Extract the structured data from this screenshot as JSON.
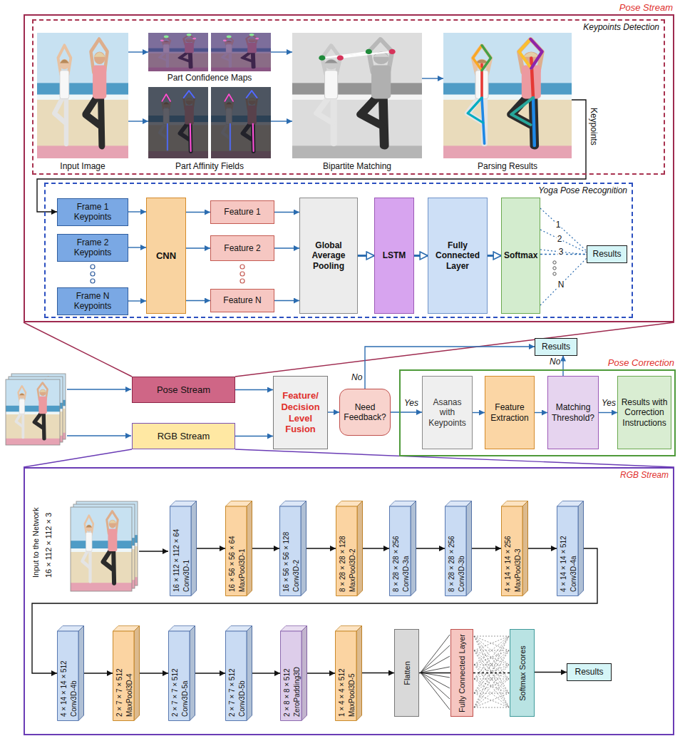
{
  "diagram": {
    "nodes": [
      {
        "text": [
          "Pose Stream"
        ]
      },
      {
        "text": [
          "Keypoints Detection"
        ],
        "in": 0
      },
      {
        "text": [
          "Input Image"
        ],
        "in": 1
      },
      {
        "text": [
          "Part Confidence Maps"
        ],
        "in": 1
      },
      {
        "text": [
          "Part Affinity Fields"
        ],
        "in": 1
      },
      {
        "text": [
          "Bipartite Matching"
        ],
        "in": 1
      },
      {
        "text": [
          "Parsing Results"
        ],
        "in": 1
      },
      {
        "text": [
          "Yoga Pose Recognition"
        ],
        "in": 0
      },
      {
        "text": [
          "Frame 1 Keypoints"
        ],
        "in": 7
      },
      {
        "text": [
          "Frame 2 Keypoints"
        ],
        "in": 7
      },
      {
        "text": [
          "Frame N Keypoints"
        ],
        "in": 7
      },
      {
        "text": [
          "CNN"
        ],
        "in": 7
      },
      {
        "text": [
          "Feature 1"
        ],
        "in": 7
      },
      {
        "text": [
          "Feature 2"
        ],
        "in": 7
      },
      {
        "text": [
          "Feature N"
        ],
        "in": 7
      },
      {
        "text": [
          "Global Average Pooling"
        ],
        "in": 7
      },
      {
        "text": [
          "LSTM"
        ],
        "in": 7
      },
      {
        "text": [
          "Fully Connected Layer"
        ],
        "in": 7
      },
      {
        "text": [
          "Softmax"
        ],
        "in": 7
      },
      {
        "text": [
          "Results"
        ],
        "in": 7
      },
      {
        "text": [
          "Results"
        ]
      },
      {
        "text": [
          "Pose Stream"
        ]
      },
      {
        "text": [
          "RGB Stream"
        ]
      },
      {
        "text": [
          "Feature/ Decision Level Fusion"
        ]
      },
      {
        "text": [
          "Need Feedback?"
        ]
      },
      {
        "text": [
          "Pose Correction"
        ]
      },
      {
        "text": [
          "Asanas with Keypoints"
        ],
        "in": 25
      },
      {
        "text": [
          "Feature Extraction"
        ],
        "in": 25
      },
      {
        "text": [
          "Matching Threshold?"
        ],
        "in": 25
      },
      {
        "text": [
          "Results with Correction Instructions"
        ],
        "in": 25
      },
      {
        "text": [
          "RGB Stream"
        ]
      },
      {
        "text": [
          "16 × 112 × 112 × 64",
          "Conv3D-1"
        ],
        "in": 30
      },
      {
        "text": [
          "16 × 56 × 56 × 64",
          "MaxPool3D-1"
        ],
        "in": 30
      },
      {
        "text": [
          "16 × 56 × 56 × 128",
          "Conv3D-2"
        ],
        "in": 30
      },
      {
        "text": [
          "8 × 28 × 28 × 128",
          "MaxPool3D-2"
        ],
        "in": 30
      },
      {
        "text": [
          "8 × 28 × 28 × 256",
          "Conv3D-3a"
        ],
        "in": 30
      },
      {
        "text": [
          "8 × 28 × 28 × 256",
          "Conv3D-3b"
        ],
        "in": 30
      },
      {
        "text": [
          "4 × 14 × 14 × 256",
          "MaxPool3D-3"
        ],
        "in": 30
      },
      {
        "text": [
          "4 × 14 × 14 × 512",
          "Conv3D-4a"
        ],
        "in": 30
      },
      {
        "text": [
          "4 × 14 × 14 × 512",
          "Conv3D-4b"
        ],
        "in": 30
      },
      {
        "text": [
          "2 × 7 × 7 × 512",
          "MaxPool3D-4"
        ],
        "in": 30
      },
      {
        "text": [
          "2 × 7 × 7 × 512",
          "Conv3D-5a"
        ],
        "in": 30
      },
      {
        "text": [
          "2 × 7 × 7 × 512",
          "Conv3D-5b"
        ],
        "in": 30
      },
      {
        "text": [
          "2 × 8 × 8 × 512",
          "ZeroPadding3D"
        ],
        "in": 30
      },
      {
        "text": [
          "1 × 4 × 4 × 512",
          "MaxPool3D-5"
        ],
        "in": 30
      },
      {
        "text": [
          "Flatten"
        ],
        "in": 30
      },
      {
        "text": [
          "Fully Connected Layer"
        ],
        "in": 30
      },
      {
        "text": [
          "Softmax Scores"
        ],
        "in": 30
      },
      {
        "text": [
          "Results"
        ],
        "in": 30
      }
    ],
    "edges": [
      {
        "from": 2,
        "to": 3,
        "arrow": "to"
      },
      {
        "from": 2,
        "to": 4,
        "arrow": "to"
      },
      {
        "from": 3,
        "to": 5,
        "arrow": "to"
      },
      {
        "from": 4,
        "to": 5,
        "arrow": "to"
      },
      {
        "from": 5,
        "to": 6,
        "arrow": "to"
      },
      {
        "from": 6,
        "to": 8,
        "label": "Keypoints",
        "arrow": "to"
      },
      {
        "from": 8,
        "to": 11,
        "arrow": "to"
      },
      {
        "from": 9,
        "to": 11,
        "arrow": "to"
      },
      {
        "from": 10,
        "to": 11,
        "arrow": "to"
      },
      {
        "from": 11,
        "to": 12,
        "arrow": "to"
      },
      {
        "from": 11,
        "to": 13,
        "arrow": "to"
      },
      {
        "from": 11,
        "to": 14,
        "arrow": "to"
      },
      {
        "from": 12,
        "to": 15,
        "arrow": "to"
      },
      {
        "from": 13,
        "to": 15,
        "arrow": "to"
      },
      {
        "from": 14,
        "to": 15,
        "arrow": "to"
      },
      {
        "from": 15,
        "to": 16,
        "arrow": "to"
      },
      {
        "from": 16,
        "to": 17,
        "arrow": "to"
      },
      {
        "from": 17,
        "to": 18,
        "arrow": "to"
      },
      {
        "from": 18,
        "to": 19,
        "arrow": "none"
      },
      {
        "from": 21,
        "to": 23,
        "arrow": "to"
      },
      {
        "from": 22,
        "to": 23,
        "arrow": "to"
      },
      {
        "from": 23,
        "to": 24,
        "arrow": "to"
      },
      {
        "from": 24,
        "to": 20,
        "label": "No",
        "arrow": "to"
      },
      {
        "from": 24,
        "to": 26,
        "label": "Yes",
        "arrow": "to"
      },
      {
        "from": 26,
        "to": 27,
        "arrow": "to"
      },
      {
        "from": 27,
        "to": 28,
        "arrow": "to"
      },
      {
        "from": 28,
        "to": 20,
        "label": "No",
        "arrow": "to"
      },
      {
        "from": 28,
        "to": 29,
        "label": "Yes",
        "arrow": "to"
      },
      {
        "from": 31,
        "to": 32,
        "arrow": "to"
      },
      {
        "from": 32,
        "to": 33,
        "arrow": "to"
      },
      {
        "from": 33,
        "to": 34,
        "arrow": "to"
      },
      {
        "from": 34,
        "to": 35,
        "arrow": "to"
      },
      {
        "from": 35,
        "to": 36,
        "arrow": "to"
      },
      {
        "from": 36,
        "to": 37,
        "arrow": "to"
      },
      {
        "from": 37,
        "to": 38,
        "arrow": "to"
      },
      {
        "from": 38,
        "to": 39,
        "arrow": "to"
      },
      {
        "from": 39,
        "to": 40,
        "arrow": "to"
      },
      {
        "from": 40,
        "to": 41,
        "arrow": "to"
      },
      {
        "from": 41,
        "to": 42,
        "arrow": "to"
      },
      {
        "from": 42,
        "to": 43,
        "arrow": "to"
      },
      {
        "from": 43,
        "to": 44,
        "arrow": "to"
      },
      {
        "from": 44,
        "to": 45,
        "arrow": "to"
      },
      {
        "from": 45,
        "to": 46,
        "arrow": "none"
      },
      {
        "from": 46,
        "to": 47,
        "arrow": "none"
      },
      {
        "from": 47,
        "to": 48,
        "arrow": "to"
      }
    ],
    "labels": [
      "1",
      "2",
      "3",
      "N",
      "Input to the Network",
      "16 × 112 × 112 × 3"
    ]
  }
}
